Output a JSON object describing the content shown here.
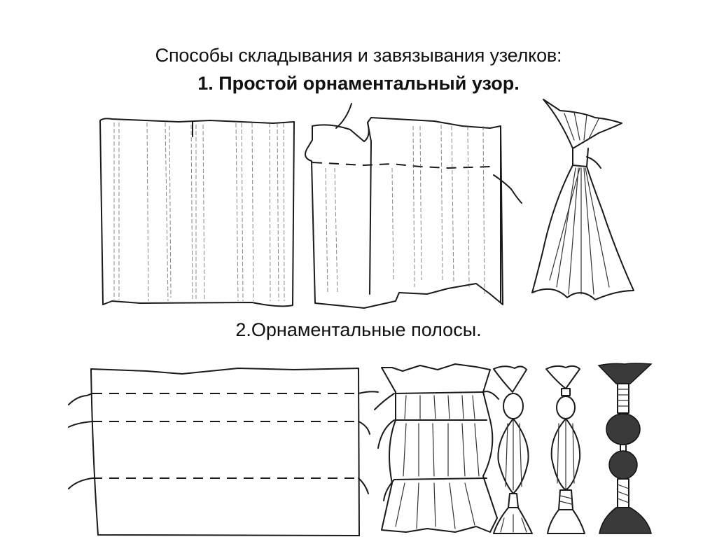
{
  "slide": {
    "title_line1": "Способы складывания и завязывания узелков:",
    "title_line2": "1. Простой орнаментальный узор.",
    "section2_heading": "2.Орнаментальные полосы."
  },
  "illustrations": [
    {
      "id": "fig1a",
      "label": "flat-pleated-fabric"
    },
    {
      "id": "fig1b",
      "label": "folded-fabric-with-basting-stitch"
    },
    {
      "id": "fig1c",
      "label": "gathered-tied-fabric"
    },
    {
      "id": "fig2a",
      "label": "fabric-with-three-basting-lines"
    },
    {
      "id": "fig2b",
      "label": "gathered-fabric-strip"
    },
    {
      "id": "fig2c",
      "label": "tied-bead-strip-1"
    },
    {
      "id": "fig2d",
      "label": "tied-bead-strip-2"
    },
    {
      "id": "fig2e",
      "label": "tied-bead-strip-3"
    }
  ]
}
